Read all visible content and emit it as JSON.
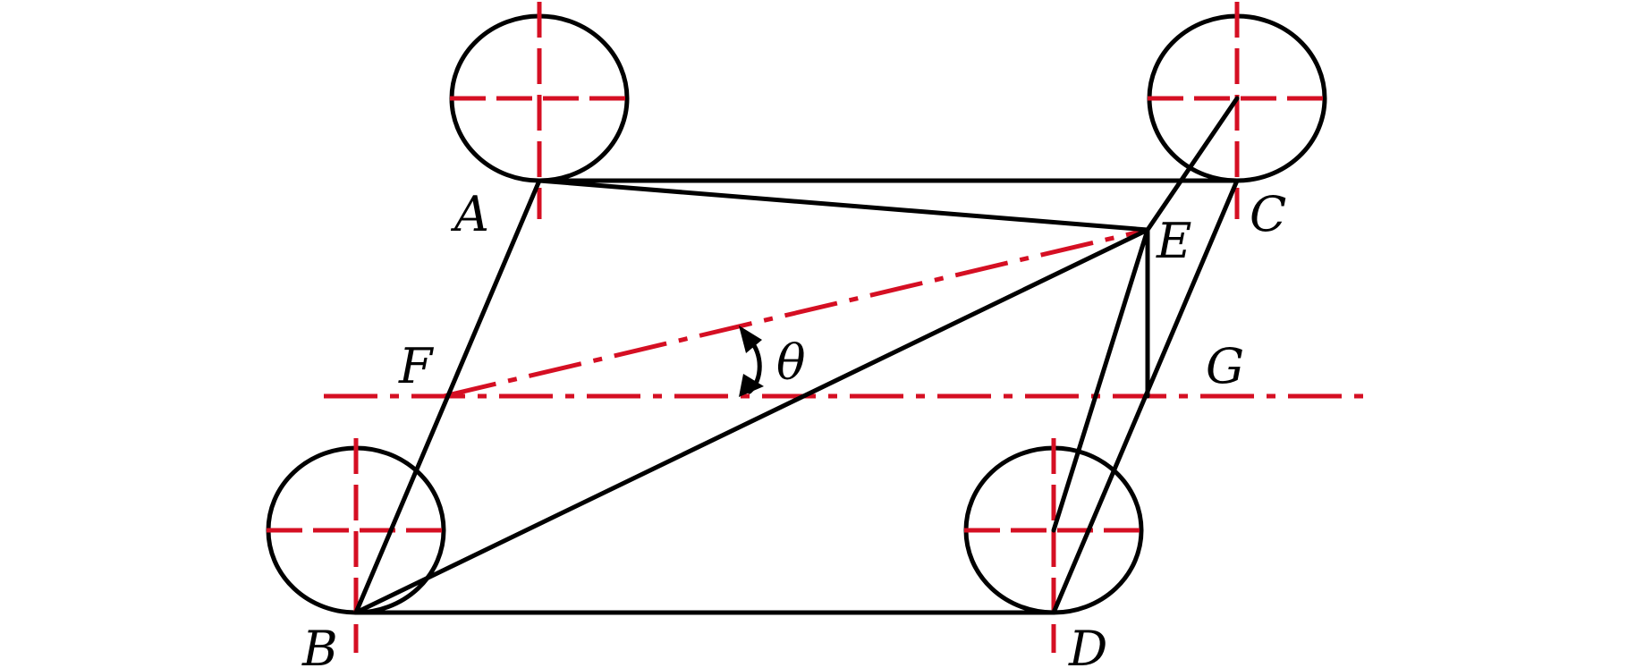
{
  "colors": {
    "object_line": "#000000",
    "center_line": "#d50f23",
    "background": "#ffffff"
  },
  "labels": {
    "A": "A",
    "B": "B",
    "C": "C",
    "D": "D",
    "E": "E",
    "F": "F",
    "G": "G",
    "theta": "θ"
  }
}
